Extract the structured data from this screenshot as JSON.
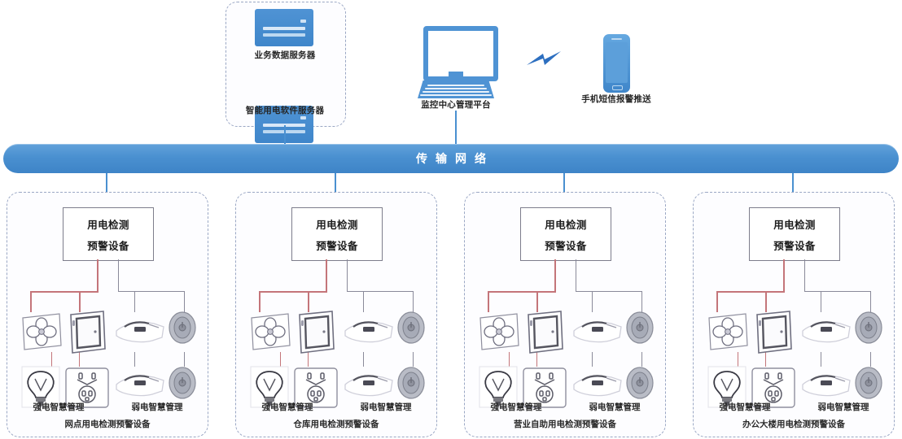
{
  "diagram": {
    "title": "用电检测预警系统拓扑图",
    "colors": {
      "network_blue": "#4a90d0",
      "panel_dash": "#9aa7c4",
      "strong_electric_line": "#c4757a",
      "weak_electric_line": "#8a8a9a"
    }
  },
  "top": {
    "server_group": {
      "servers": [
        {
          "icon": "server-icon",
          "label": "业务数据服务器"
        },
        {
          "icon": "server-icon",
          "label": "智能用电软件服务器"
        }
      ]
    },
    "monitor": {
      "icon": "desktop-computer-icon",
      "label": "监控中心管理平台"
    },
    "wireless": {
      "icon": "lightning-bolt-icon"
    },
    "phone": {
      "icon": "mobile-phone-icon",
      "label": "手机短信报警推送"
    }
  },
  "network": {
    "label": "传输网络"
  },
  "sites": [
    {
      "device_box": {
        "line1": "用电检测",
        "line2": "预警设备"
      },
      "categories": [
        {
          "label": "强电智慧管理",
          "devices": [
            "fan-icon",
            "door-panel-icon",
            "bulb-icon",
            "socket-icon"
          ]
        },
        {
          "label": "弱电智慧管理",
          "devices": [
            "camera-icon",
            "camera-icon",
            "sensor-icon",
            "sensor-icon"
          ]
        }
      ],
      "label": "网点用电检测预警设备"
    },
    {
      "device_box": {
        "line1": "用电检测",
        "line2": "预警设备"
      },
      "categories": [
        {
          "label": "强电智慧管理",
          "devices": [
            "fan-icon",
            "door-panel-icon",
            "bulb-icon",
            "socket-icon"
          ]
        },
        {
          "label": "弱电智慧管理",
          "devices": [
            "camera-icon",
            "camera-icon",
            "sensor-icon",
            "sensor-icon"
          ]
        }
      ],
      "label": "仓库用电检测预警设备"
    },
    {
      "device_box": {
        "line1": "用电检测",
        "line2": "预警设备"
      },
      "categories": [
        {
          "label": "强电智慧管理",
          "devices": [
            "fan-icon",
            "door-panel-icon",
            "bulb-icon",
            "socket-icon"
          ]
        },
        {
          "label": "弱电智慧管理",
          "devices": [
            "camera-icon",
            "camera-icon",
            "sensor-icon",
            "sensor-icon"
          ]
        }
      ],
      "label": "营业自助用电检测预警设备"
    },
    {
      "device_box": {
        "line1": "用电检测",
        "line2": "预警设备"
      },
      "categories": [
        {
          "label": "强电智慧管理",
          "devices": [
            "fan-icon",
            "door-panel-icon",
            "bulb-icon",
            "socket-icon"
          ]
        },
        {
          "label": "弱电智慧管理",
          "devices": [
            "camera-icon",
            "camera-icon",
            "sensor-icon",
            "sensor-icon"
          ]
        }
      ],
      "label": "办公大楼用电检测预警设备"
    }
  ]
}
